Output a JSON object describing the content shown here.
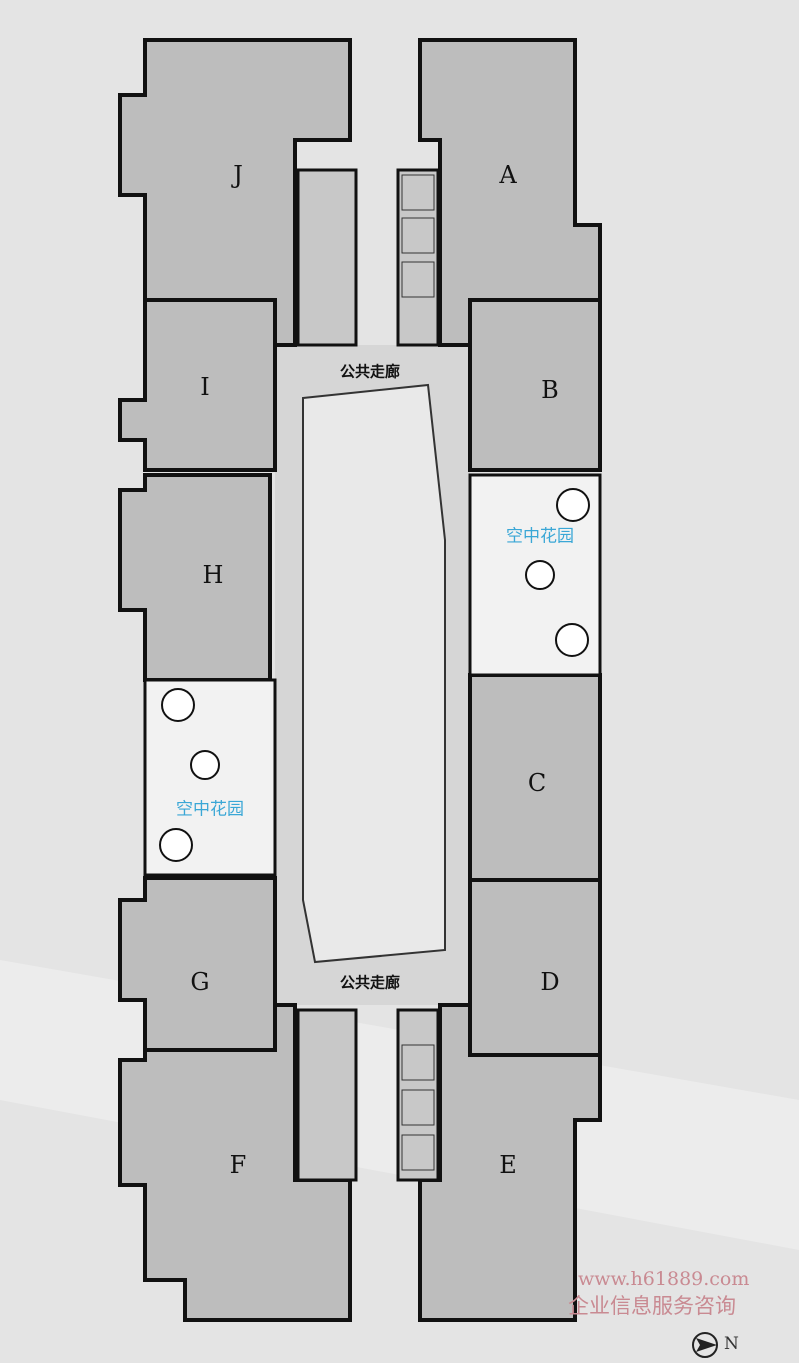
{
  "units": [
    {
      "id": "J",
      "label": "J"
    },
    {
      "id": "A",
      "label": "A"
    },
    {
      "id": "I",
      "label": "I"
    },
    {
      "id": "B",
      "label": "B"
    },
    {
      "id": "H",
      "label": "H"
    },
    {
      "id": "C",
      "label": "C"
    },
    {
      "id": "G",
      "label": "G"
    },
    {
      "id": "D",
      "label": "D"
    },
    {
      "id": "F",
      "label": "F"
    },
    {
      "id": "E",
      "label": "E"
    }
  ],
  "corridor_labels": [
    "公共走廊",
    "公共走廊"
  ],
  "garden_labels": [
    "空中花园",
    "空中花园"
  ],
  "north_label": "N",
  "watermark": {
    "url": "www.h61889.com",
    "text": "企业信息服务咨询"
  },
  "colors": {
    "unit": "#bdbdbd",
    "corridor": "#d6d6d6",
    "garden_text": "#3aa7d6",
    "watermark": "#c98a92"
  }
}
